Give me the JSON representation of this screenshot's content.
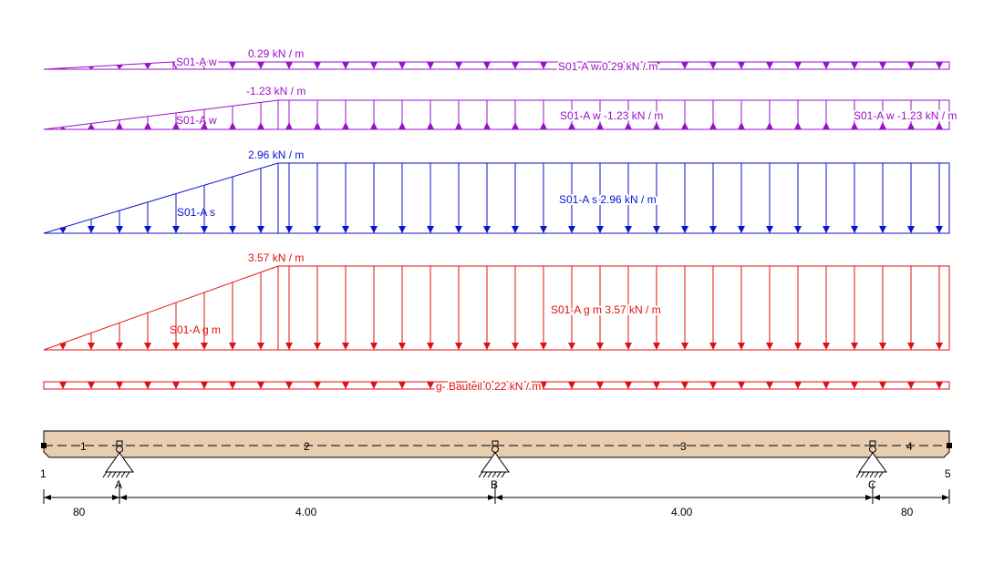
{
  "colors": {
    "wind": "#9a10c8",
    "snow": "#0a14c8",
    "dead": "#e01010",
    "beam": "#e8cdb0"
  },
  "loads": [
    {
      "id": "wind-pressure",
      "color": "wind",
      "dir": "down",
      "value_label": "0.29 kN / m",
      "labels": [
        "S01-A w",
        "S01-A w 0.29 kN / m"
      ],
      "value": 0.29
    },
    {
      "id": "wind-suction",
      "color": "wind",
      "dir": "up",
      "value_label": "-1.23 kN / m",
      "labels": [
        "S01-A w",
        "S01-A w -1.23 kN / m",
        "S01-A w -1.23 kN / m"
      ],
      "value": -1.23
    },
    {
      "id": "snow",
      "color": "snow",
      "dir": "down",
      "value_label": "2.96 kN / m",
      "labels": [
        "S01-A s",
        "S01-A s 2.96 kN / m"
      ],
      "value": 2.96
    },
    {
      "id": "dead-load",
      "color": "dead",
      "dir": "down",
      "value_label": "3.57 kN / m",
      "labels": [
        "S01-A g  m",
        "S01-A g  m 3.57 kN / m"
      ],
      "value": 3.57
    },
    {
      "id": "self-weight",
      "color": "dead",
      "dir": "down",
      "labels": [
        "g- Bauteil 0.22 kN / m"
      ],
      "value": 0.22
    }
  ],
  "beam": {
    "node_labels": [
      "1",
      "5"
    ],
    "span_labels": [
      "1",
      "2",
      "3",
      "4"
    ],
    "supports": [
      "A",
      "B",
      "C"
    ]
  },
  "dimensions": [
    "80",
    "4.00",
    "4.00",
    "80"
  ]
}
